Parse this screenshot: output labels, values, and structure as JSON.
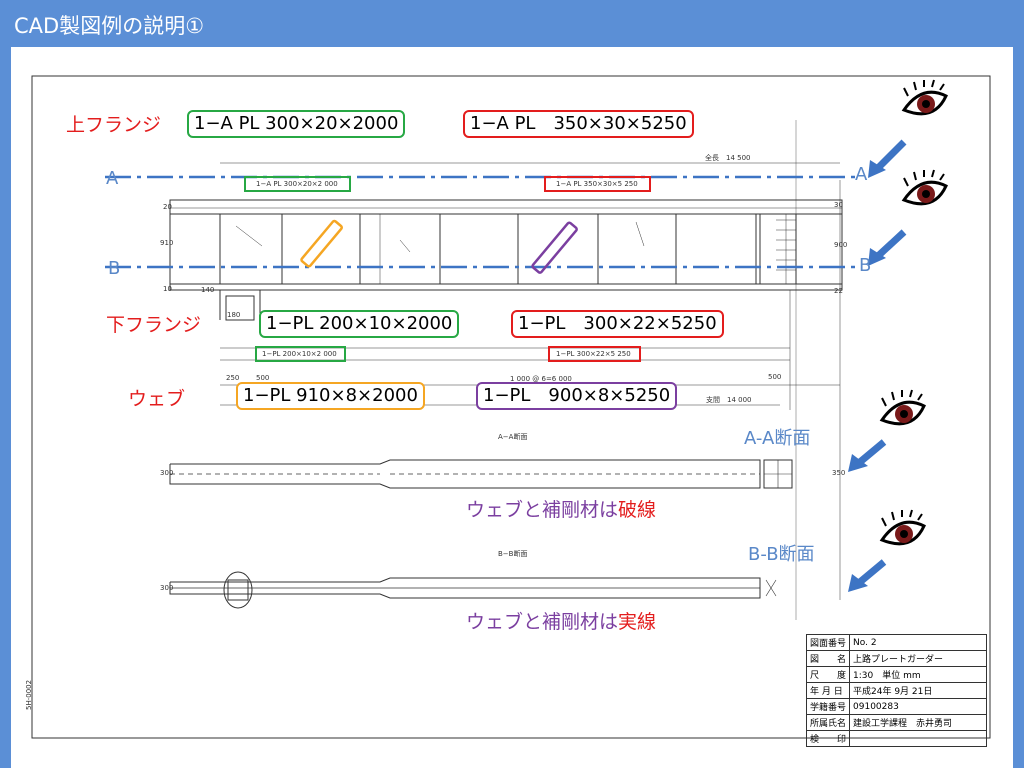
{
  "slide": {
    "title": "CAD製図例の説明①"
  },
  "labels": {
    "upper_flange": "上フランジ",
    "lower_flange": "下フランジ",
    "web": "ウェブ"
  },
  "boxes": {
    "upper_left": "1−A PL 300×20×2000",
    "upper_right": "1−A PL　350×30×5250",
    "lower_left": "1−PL 200×10×2000",
    "lower_right": "1−PL　300×22×5250",
    "web_left": "1−PL 910×8×2000",
    "web_right": "1−PL　900×8×5250"
  },
  "section_marks": {
    "a": "A",
    "b": "B"
  },
  "sections": {
    "aa_label": "A-A断面",
    "bb_label": "B-B断面"
  },
  "notes": {
    "aa_note_prefix": "ウェブと補剛材は",
    "aa_note_suffix": "破線",
    "bb_note_prefix": "ウェブと補剛材は",
    "bb_note_suffix": "実線"
  },
  "drawing_text": {
    "total_length": "全長　14 500",
    "span": "支間　14 000",
    "top_small_left": "1−A PL 300×20×2 000",
    "top_small_right": "1−A PL 350×30×5 250",
    "bot_small_left": "1−PL 200×10×2 000",
    "bot_small_right": "1−PL 300×22×5 250",
    "aa_title": "A−A断面",
    "bb_title": "B−B断面",
    "dim_250": "250",
    "dim_500a": "500",
    "dim_spacing": "1 000 @ 6=6 000",
    "dim_500b": "500",
    "dim_180": "180",
    "dim_140": "140",
    "dim_910": "910",
    "dim_20": "20",
    "dim_10": "10",
    "dim_30": "30",
    "dim_900": "900",
    "dim_22": "22",
    "dim_300a": "300",
    "dim_350": "350",
    "dim_300b": "300",
    "side_code": "5H-0002"
  },
  "title_block": [
    {
      "key": "図面番号",
      "value": "No. 2"
    },
    {
      "key": "図　　名",
      "value": "上路プレートガーダー"
    },
    {
      "key": "尺　　度",
      "value": "1:30　単位 mm"
    },
    {
      "key": "年 月 日",
      "value": "平成24年 9月 21日"
    },
    {
      "key": "学籍番号",
      "value": "09100283"
    },
    {
      "key": "所属氏名",
      "value": "建設工学課程　赤井勇司"
    },
    {
      "key": "検　　印",
      "value": ""
    }
  ]
}
